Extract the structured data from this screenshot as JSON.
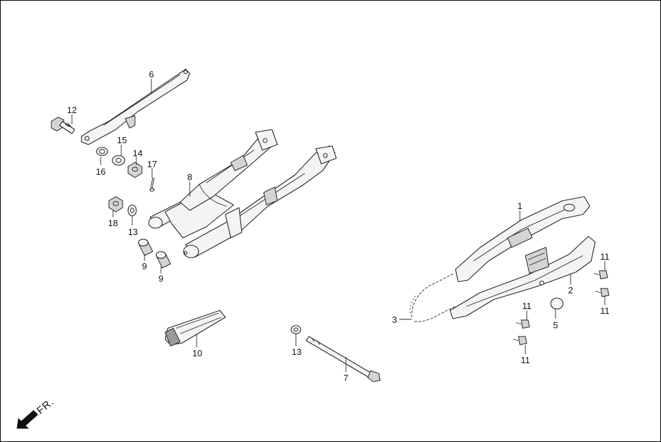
{
  "diagram": {
    "direction_label": "FR.",
    "callouts": {
      "c1": "1",
      "c2": "2",
      "c3": "3",
      "c5": "5",
      "c6": "6",
      "c7": "7",
      "c8": "8",
      "c9a": "9",
      "c9b": "9",
      "c10": "10",
      "c11a": "11",
      "c11b": "11",
      "c11c": "11",
      "c11d": "11",
      "c12": "12",
      "c13a": "13",
      "c13b": "13",
      "c14": "14",
      "c15": "15",
      "c16": "16",
      "c17": "17",
      "c18": "18"
    }
  }
}
